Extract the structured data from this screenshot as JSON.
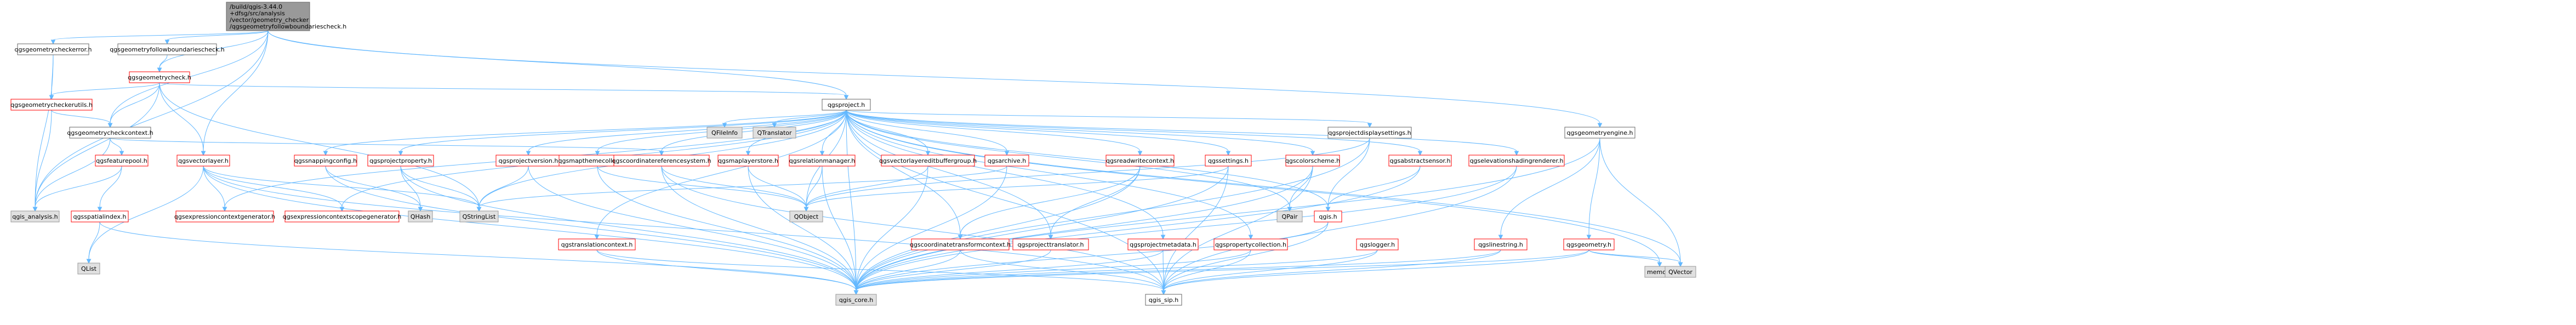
{
  "diagram": {
    "nodes": [
      {
        "id": "root",
        "lines": [
          "/build/qgis-3.44.0",
          "+dfsg/src/analysis",
          "/vector/geometry_checker",
          "/qgsgeometryfollowboundariescheck.h"
        ],
        "style": "root"
      },
      {
        "id": "checkerror",
        "lines": [
          "qgsgeometrycheckerror.h"
        ],
        "style": "normal"
      },
      {
        "id": "followcpp",
        "lines": [
          "qgsgeometryfollowboundariescheck.h"
        ],
        "style": "normal"
      },
      {
        "id": "geomcheck",
        "lines": [
          "qgsgeometrycheck.h"
        ],
        "style": "red"
      },
      {
        "id": "checkerutils",
        "lines": [
          "qgsgeometrycheckerutils.h"
        ],
        "style": "red"
      },
      {
        "id": "checkcontext",
        "lines": [
          "qgsgeometrycheckcontext.h"
        ],
        "style": "normal"
      },
      {
        "id": "featurepool",
        "lines": [
          "qgsfeaturepool.h"
        ],
        "style": "red"
      },
      {
        "id": "analysis",
        "lines": [
          "qgis_analysis.h"
        ],
        "style": "gray"
      },
      {
        "id": "spatialindex",
        "lines": [
          "qgsspatialindex.h"
        ],
        "style": "red"
      },
      {
        "id": "qlist",
        "lines": [
          "QList"
        ],
        "style": "gray"
      },
      {
        "id": "vectorlayer",
        "lines": [
          "qgsvectorlayer.h"
        ],
        "style": "red"
      },
      {
        "id": "exprctxgen",
        "lines": [
          "qgsexpressioncontextgenerator.h"
        ],
        "style": "red"
      },
      {
        "id": "exprscopegen",
        "lines": [
          "qgsexpressioncontextscopegenerator.h"
        ],
        "style": "red"
      },
      {
        "id": "snapping",
        "lines": [
          "qgssnappingconfig.h"
        ],
        "style": "red"
      },
      {
        "id": "qhash",
        "lines": [
          "QHash"
        ],
        "style": "gray"
      },
      {
        "id": "projprop",
        "lines": [
          "qgsprojectproperty.h"
        ],
        "style": "red"
      },
      {
        "id": "qstringlist",
        "lines": [
          "QStringList"
        ],
        "style": "gray"
      },
      {
        "id": "projversion",
        "lines": [
          "qgsprojectversion.h"
        ],
        "style": "red"
      },
      {
        "id": "translation",
        "lines": [
          "qgstranslationcontext.h"
        ],
        "style": "red"
      },
      {
        "id": "project",
        "lines": [
          "qgsproject.h"
        ],
        "style": "normal"
      },
      {
        "id": "qfileinfo",
        "lines": [
          "QFileInfo"
        ],
        "style": "gray"
      },
      {
        "id": "qtranslator",
        "lines": [
          "QTranslator"
        ],
        "style": "gray"
      },
      {
        "id": "maptheme",
        "lines": [
          "qgsmapthemecollection.h"
        ],
        "style": "red"
      },
      {
        "id": "crs",
        "lines": [
          "qgscoordinatereferencesystem.h"
        ],
        "style": "red"
      },
      {
        "id": "maplayerstore",
        "lines": [
          "qgsmaplayerstore.h"
        ],
        "style": "red"
      },
      {
        "id": "relmgr",
        "lines": [
          "qgsrelationmanager.h"
        ],
        "style": "red"
      },
      {
        "id": "qobject",
        "lines": [
          "QObject"
        ],
        "style": "gray"
      },
      {
        "id": "veditbuf",
        "lines": [
          "qgsvectorlayereditbuffergroup.h"
        ],
        "style": "red"
      },
      {
        "id": "archive",
        "lines": [
          "qgsarchive.h"
        ],
        "style": "red"
      },
      {
        "id": "coordxform",
        "lines": [
          "qgscoordinatetransformcontext.h"
        ],
        "style": "red"
      },
      {
        "id": "readwrite",
        "lines": [
          "qgsreadwritecontext.h"
        ],
        "style": "red"
      },
      {
        "id": "projtranslator",
        "lines": [
          "qgsprojecttranslator.h"
        ],
        "style": "red"
      },
      {
        "id": "projmeta",
        "lines": [
          "qgsprojectmetadata.h"
        ],
        "style": "red"
      },
      {
        "id": "propcoll",
        "lines": [
          "qgspropertycollection.h"
        ],
        "style": "red"
      },
      {
        "id": "settings",
        "lines": [
          "qgssettings.h"
        ],
        "style": "red"
      },
      {
        "id": "colorscheme",
        "lines": [
          "qgscolorscheme.h"
        ],
        "style": "red"
      },
      {
        "id": "qpair",
        "lines": [
          "QPair"
        ],
        "style": "gray"
      },
      {
        "id": "displaysettings",
        "lines": [
          "qgsprojectdisplaysettings.h"
        ],
        "style": "normal"
      },
      {
        "id": "qgish",
        "lines": [
          "qgis.h"
        ],
        "style": "red"
      },
      {
        "id": "abssensor",
        "lines": [
          "qgsabstractsensor.h"
        ],
        "style": "red"
      },
      {
        "id": "logger",
        "lines": [
          "qgslogger.h"
        ],
        "style": "red"
      },
      {
        "id": "elevshade",
        "lines": [
          "qgselevationshadingrenderer.h"
        ],
        "style": "red"
      },
      {
        "id": "linestring",
        "lines": [
          "qgslinestring.h"
        ],
        "style": "red"
      },
      {
        "id": "geomengine",
        "lines": [
          "qgsgeometryengine.h"
        ],
        "style": "normal"
      },
      {
        "id": "geometry",
        "lines": [
          "qgsgeometry.h"
        ],
        "style": "red"
      },
      {
        "id": "memory",
        "lines": [
          "memory"
        ],
        "style": "gray"
      },
      {
        "id": "qvector",
        "lines": [
          "QVector"
        ],
        "style": "gray"
      },
      {
        "id": "core",
        "lines": [
          "qgis_core.h"
        ],
        "style": "gray"
      },
      {
        "id": "sip",
        "lines": [
          "qgis_sip.h"
        ],
        "style": "normal"
      }
    ],
    "colors": {
      "edge": "#63b8ff",
      "root_fill": "#999999",
      "root_stroke": "#666666",
      "normal_stroke": "#666666",
      "red_stroke": "#ff0000",
      "gray_fill": "#e0e0e0",
      "gray_stroke": "#999999"
    }
  }
}
